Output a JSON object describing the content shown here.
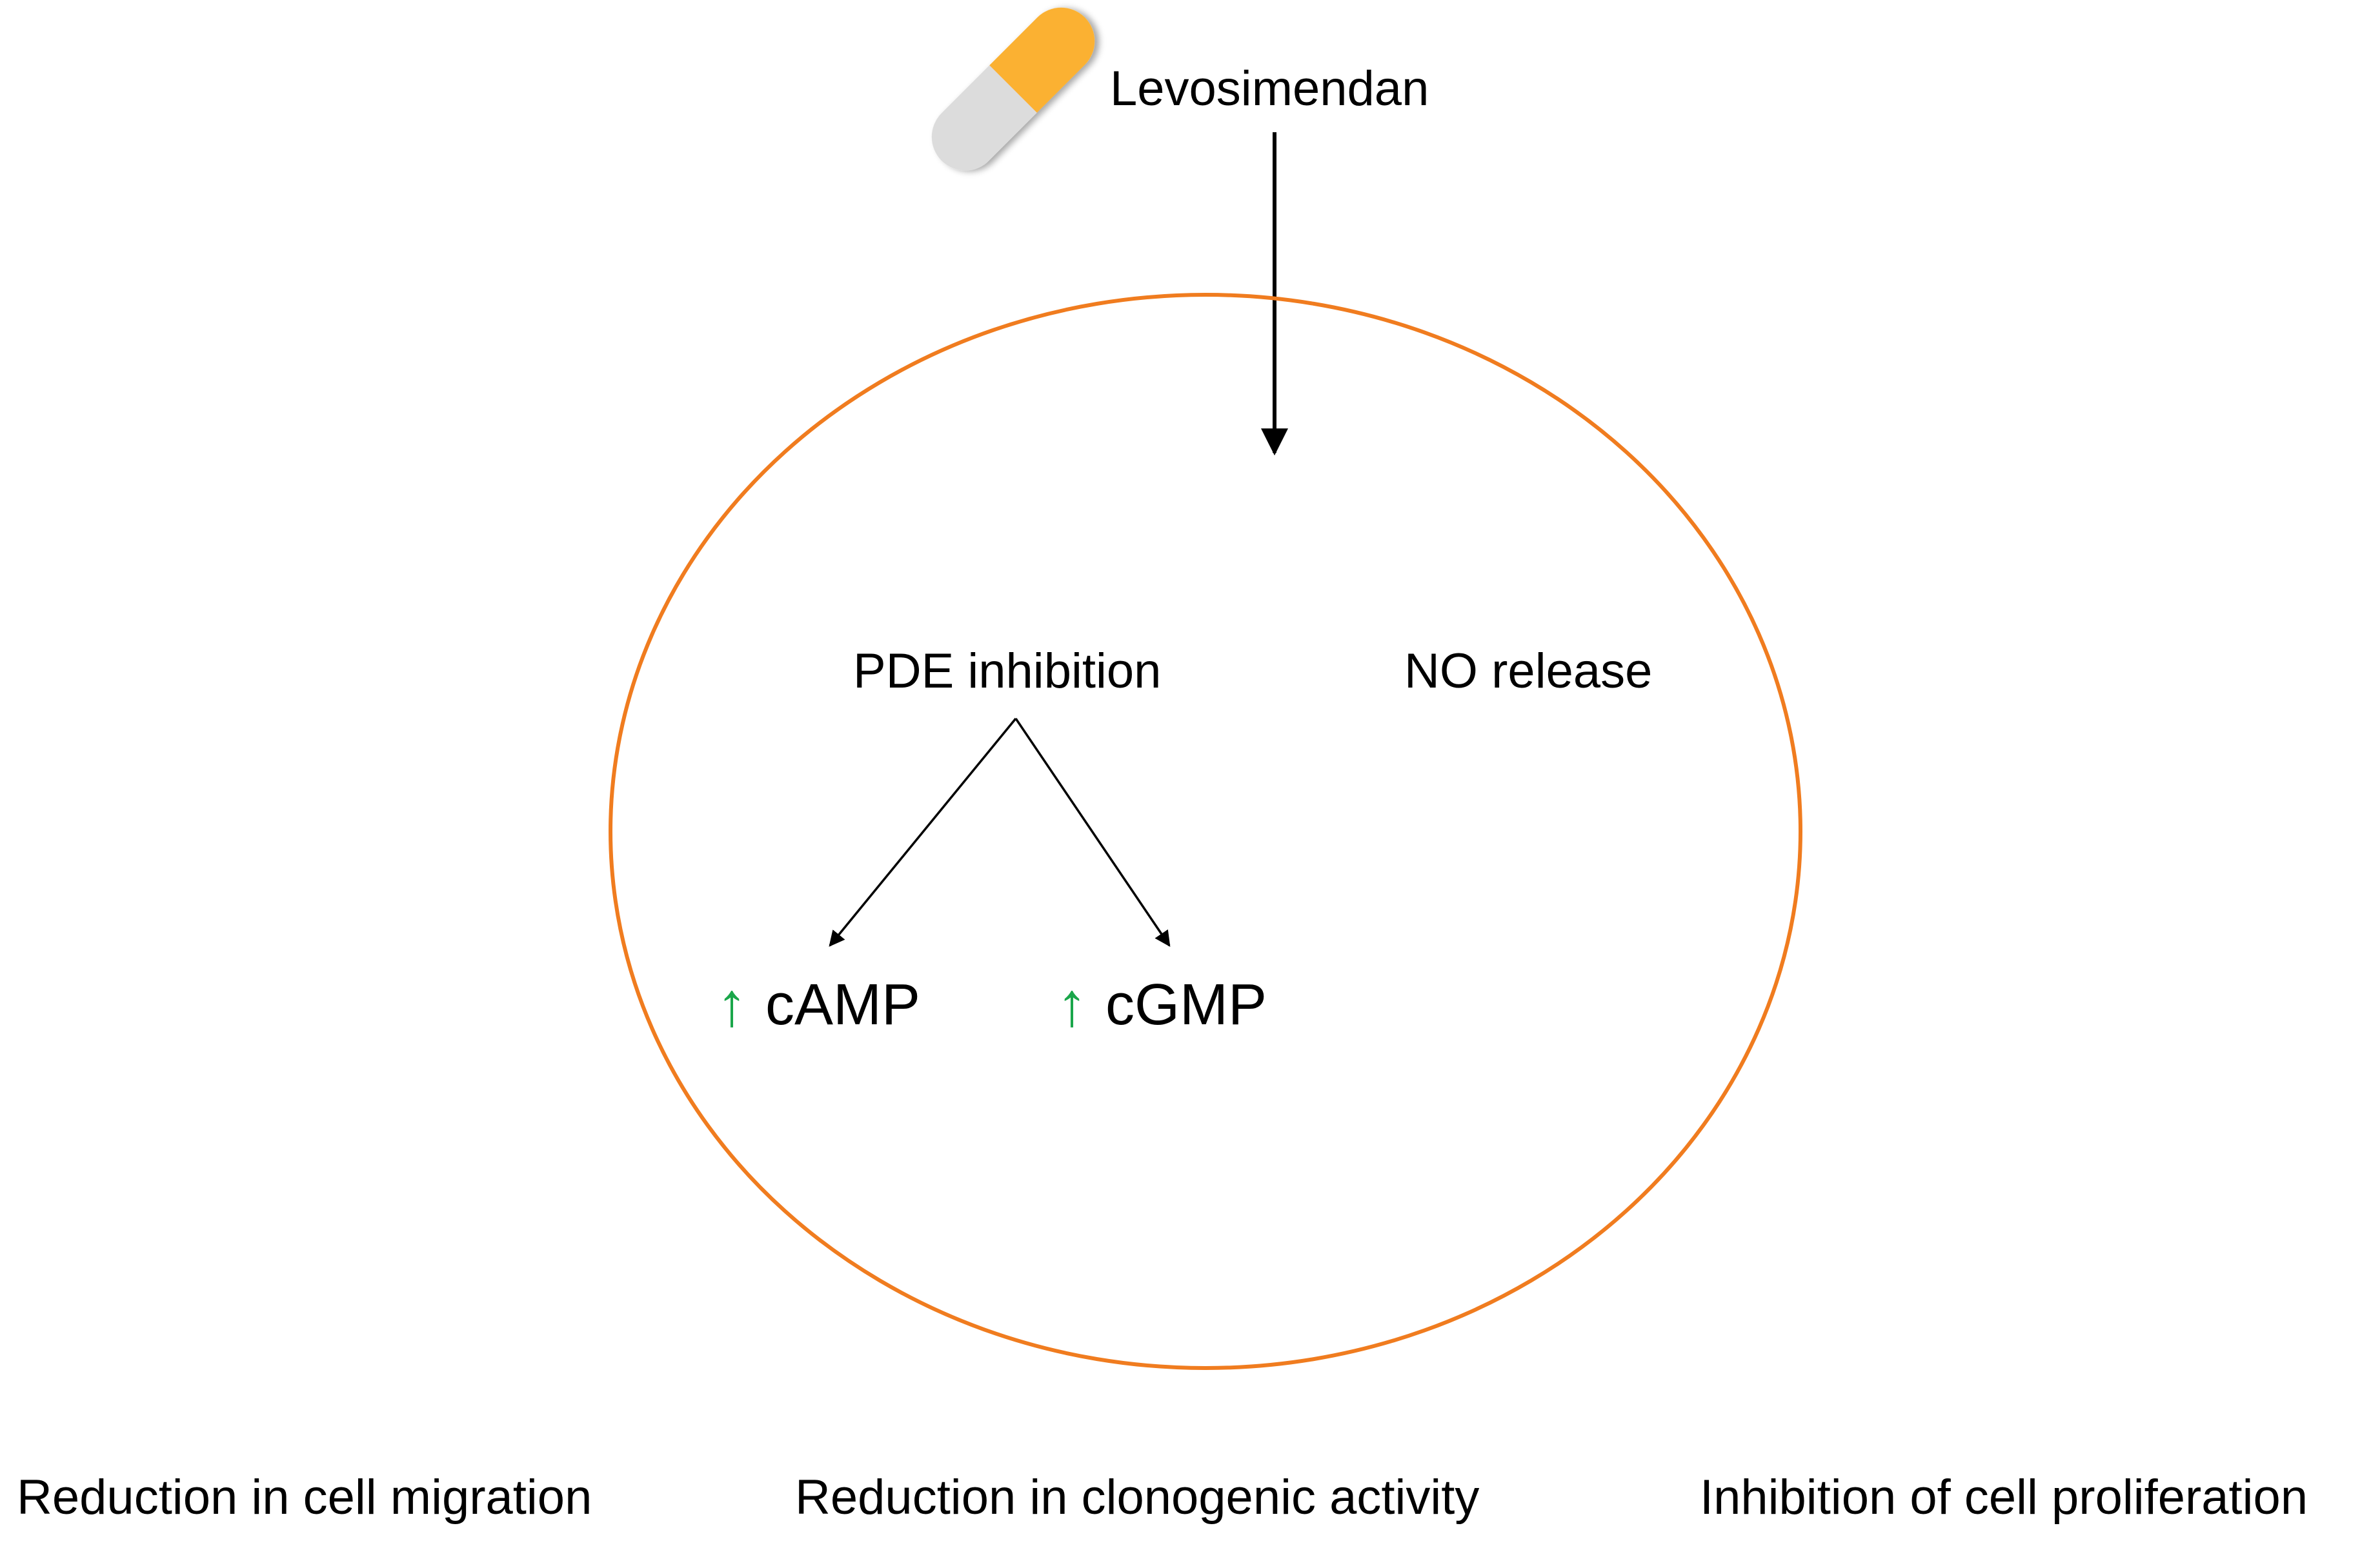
{
  "drug": {
    "name": "Levosimendan",
    "icon": "capsule-icon",
    "capsule_colors": {
      "cap": "#fbb130",
      "body": "#dcdcdc"
    }
  },
  "cell": {
    "outline_color": "#f07c1f"
  },
  "mechanisms": {
    "pde": "PDE inhibition",
    "no": "NO release"
  },
  "messengers": [
    {
      "arrow": "↑",
      "name": "cAMP"
    },
    {
      "arrow": "↑",
      "name": "cGMP"
    }
  ],
  "arrow_color_up": "#1aa64a",
  "outcomes": [
    "Reduction in cell migration",
    "Reduction in clonogenic activity",
    "Inhibition of cell proliferation"
  ]
}
